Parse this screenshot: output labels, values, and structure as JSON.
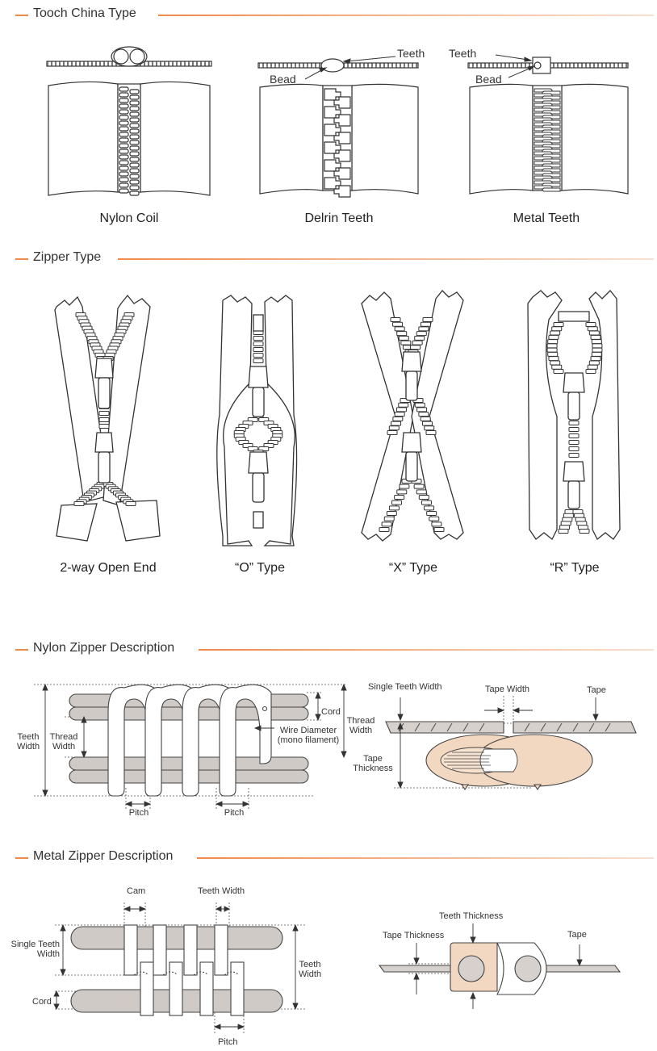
{
  "colors": {
    "accent": "#f08a4b",
    "rule_fade": "#f7d2bb",
    "line": "#333333",
    "tape_fill": "#c9c4bf",
    "teeth_fill": "#f2d8c0"
  },
  "sections": {
    "tooth_type": {
      "title": "Tooch China Type",
      "items": [
        {
          "caption": "Nylon Coil",
          "labels": []
        },
        {
          "caption": "Delrin Teeth",
          "labels": [
            "Teeth",
            "Bead"
          ]
        },
        {
          "caption": "Metal Teeth",
          "labels": [
            "Teeth",
            "Bead"
          ]
        }
      ]
    },
    "zipper_type": {
      "title": "Zipper Type",
      "items": [
        {
          "caption": "2-way Open End"
        },
        {
          "caption": "“O” Type"
        },
        {
          "caption": "“X” Type"
        },
        {
          "caption": "“R” Type"
        }
      ]
    },
    "nylon_desc": {
      "title": "Nylon Zipper Description",
      "labels": {
        "teeth_width": "Teeth\nWidth",
        "thread_width_left": "Thread\nWidth",
        "cord": "Cord",
        "thread_width_right": "Thread\nWidth",
        "wire_diameter": "Wire Diameter\n(mono filament)",
        "pitch_1": "Pitch",
        "pitch_2": "Pitch",
        "single_teeth_width": "Single Teeth Width",
        "tape_width": "Tape Width",
        "tape": "Tape",
        "tape_thickness": "Tape\nThickness"
      }
    },
    "metal_desc": {
      "title": "Metal Zipper Description",
      "labels": {
        "cam": "Cam",
        "teeth_width_top": "Teeth Width",
        "single_teeth_width": "Single Teeth\nWidth",
        "teeth_width_right": "Teeth\nWidth",
        "cord": "Cord",
        "pitch": "Pitch",
        "teeth_thickness": "Teeth Thickness",
        "tape_thickness": "Tape Thickness",
        "tape": "Tape"
      }
    }
  }
}
